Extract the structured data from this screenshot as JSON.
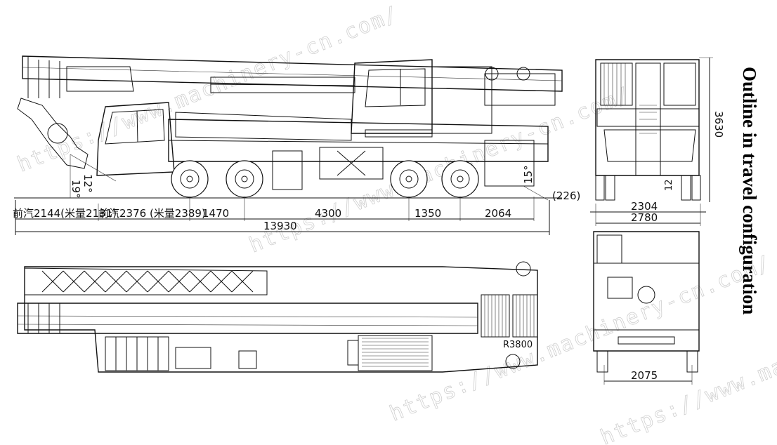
{
  "title": "Outline in travel configuration",
  "watermark": "https://www.machinery-cn.com/",
  "side_view": {
    "front_overhang": "前汽2144(米量2131)",
    "axle_to_axle_front": "前汽2376 (米量2389)",
    "wheelbase_1": "1470",
    "wheelbase_2": "4300",
    "wheelbase_3": "1350",
    "rear_overhang": "2064",
    "overall_length": "13930",
    "rear_clearance": "(226)",
    "approach_angle": "12°",
    "approach_angle_alt": "19°",
    "departure_angle": "15°"
  },
  "front_view": {
    "height": "3630",
    "track_width": "2304",
    "overall_width": "2780",
    "small_dim": "12"
  },
  "rear_view": {
    "track_width": "2075"
  },
  "top_view": {
    "tag": "R3800"
  }
}
